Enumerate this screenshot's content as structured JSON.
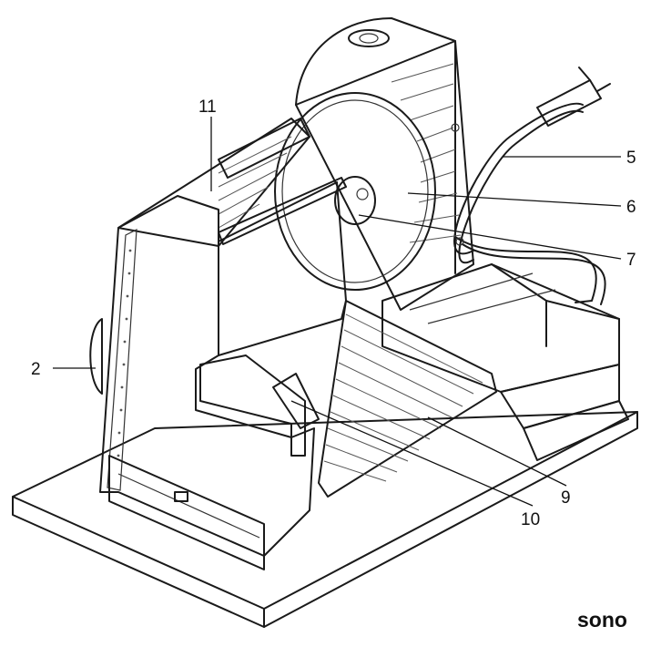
{
  "figure": {
    "callouts": [
      {
        "id": "c2",
        "label": "2"
      },
      {
        "id": "c5",
        "label": "5"
      },
      {
        "id": "c6",
        "label": "6"
      },
      {
        "id": "c7",
        "label": "7"
      },
      {
        "id": "c9",
        "label": "9"
      },
      {
        "id": "c10",
        "label": "10"
      },
      {
        "id": "c11",
        "label": "11"
      }
    ],
    "watermark": "sono"
  },
  "colors": {
    "line": "#1a1a1a",
    "background": "#ffffff"
  }
}
